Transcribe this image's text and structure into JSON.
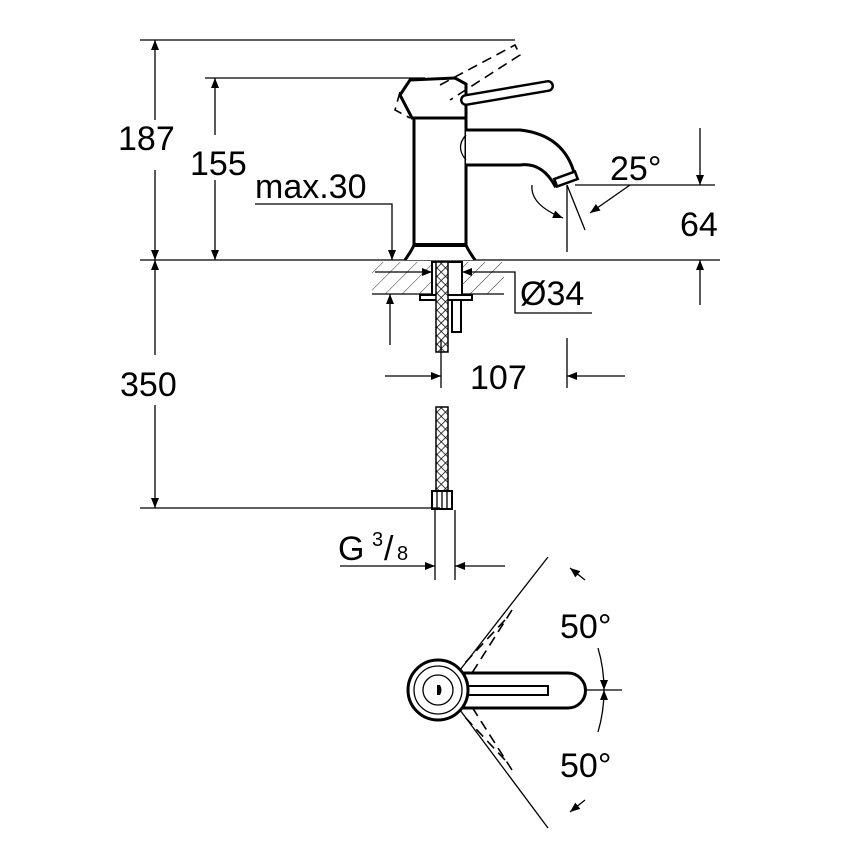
{
  "drawing": {
    "height_total": "187",
    "height_body": "155",
    "max_counter": "max.30",
    "spout_angle": "25°",
    "spout_height": "64",
    "hole_diameter": "Ø34",
    "hose_length": "350",
    "spout_reach": "107",
    "thread_prefix": "G",
    "thread_num": "3",
    "thread_den": "8",
    "angle_left": "50°",
    "angle_right": "50°"
  }
}
